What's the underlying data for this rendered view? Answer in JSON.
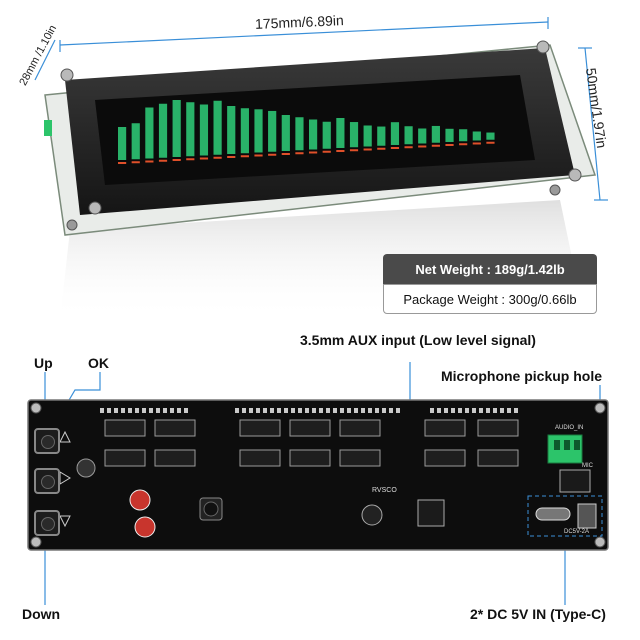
{
  "dimensions": {
    "width": "175mm/6.89in",
    "depth": "28mm /1.10in",
    "height": "50mm/1.97in"
  },
  "weights": {
    "net": "Net Weight : 189g/1.42lb",
    "package": "Package Weight : 300g/0.66lb"
  },
  "callouts": {
    "aux": "3.5mm AUX input (Low level signal)",
    "mic": "Microphone pickup hole",
    "up": "Up",
    "ok": "OK",
    "down": "Down",
    "dc": "2* DC 5V IN (Type-C)"
  },
  "board_labels": {
    "audio_in": "AUDIO_IN",
    "mic": "MIC",
    "brand": "RVSCO",
    "dc": "DC5V-2A"
  },
  "spectrum": {
    "levels": [
      0.55,
      0.6,
      0.85,
      0.9,
      0.95,
      0.9,
      0.85,
      0.9,
      0.8,
      0.75,
      0.72,
      0.68,
      0.6,
      0.55,
      0.5,
      0.45,
      0.5,
      0.42,
      0.35,
      0.32,
      0.38,
      0.3,
      0.25,
      0.28,
      0.22,
      0.2,
      0.15,
      0.12
    ],
    "bar_color": "#2fd07a",
    "peak_color": "#e0502a"
  },
  "colors": {
    "accent_line": "#3a8fd8",
    "pcb": "#0d0d0d",
    "weight_bg": "#4a4a4a"
  }
}
